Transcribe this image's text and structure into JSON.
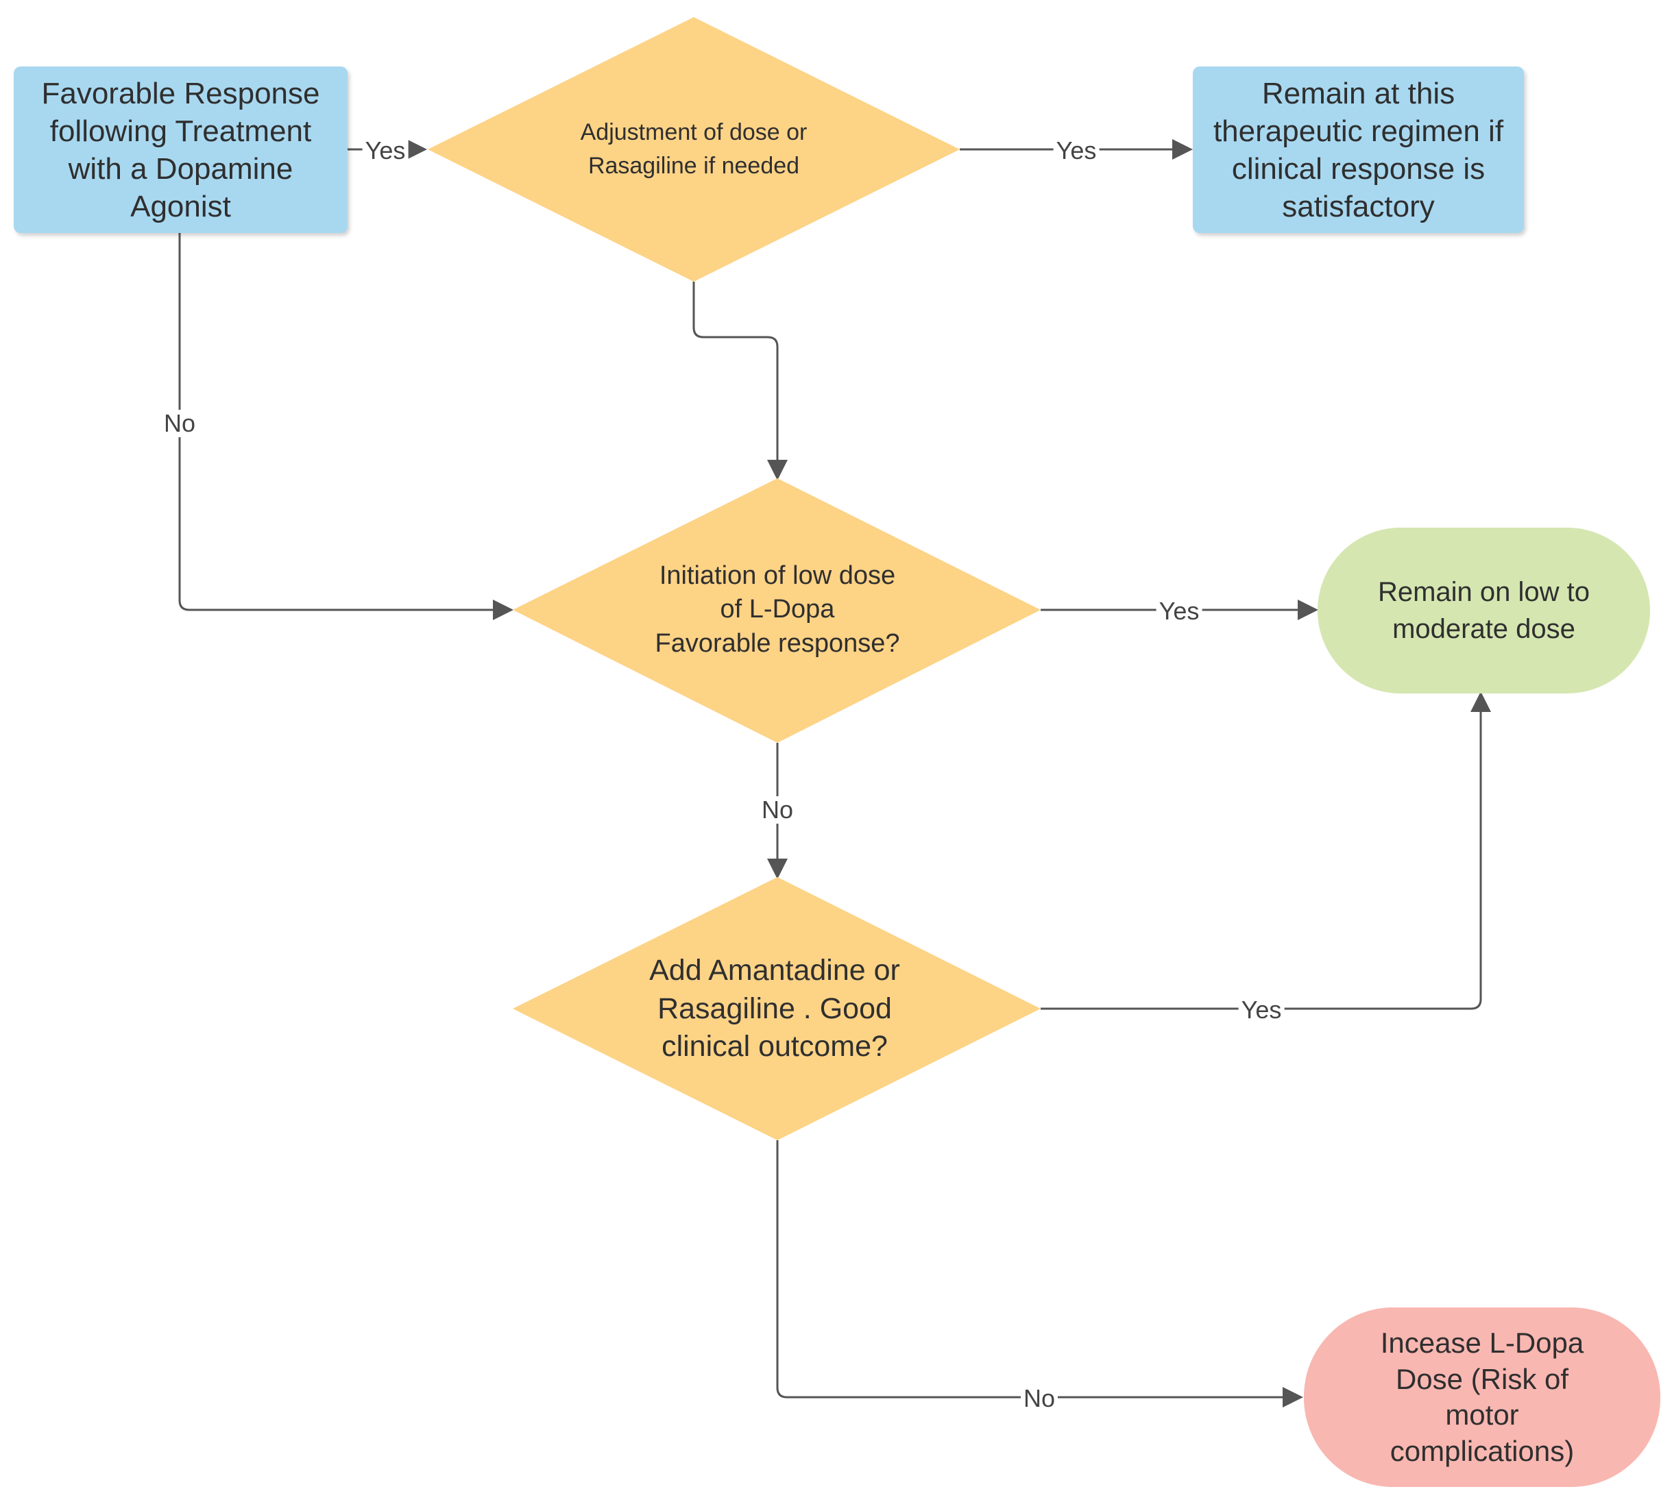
{
  "nodes": {
    "start": "Favorable Response\nfollowing Treatment\nwith a Dopamine\nAgonist",
    "adjust": "Adjustment of dose or\nRasagiline if needed",
    "remain_regimen": "Remain at this\ntherapeutic regimen if\nclinical response is\nsatisfactory",
    "ldopa": "Initiation of low dose\nof L-Dopa\nFavorable response?",
    "remain_low": "Remain on low to\nmoderate dose",
    "amantadine": "Add Amantadine or\nRasagiline . Good\nclinical outcome?",
    "increase": "Incease L-Dopa\nDose (Risk of\nmotor\ncomplications)"
  },
  "edge_labels": {
    "start_to_adjust": "Yes",
    "adjust_to_remain": "Yes",
    "start_to_ldopa": "No",
    "ldopa_to_remain_low": "Yes",
    "ldopa_to_amantadine": "No",
    "amantadine_to_remain_low": "Yes",
    "amantadine_to_increase": "No"
  },
  "colors": {
    "blue_box": "#a8d8f0",
    "diamond": "#fdd386",
    "green_pill": "#d5e6b0",
    "red_pill": "#f9b7b1",
    "connector": "#555555"
  }
}
